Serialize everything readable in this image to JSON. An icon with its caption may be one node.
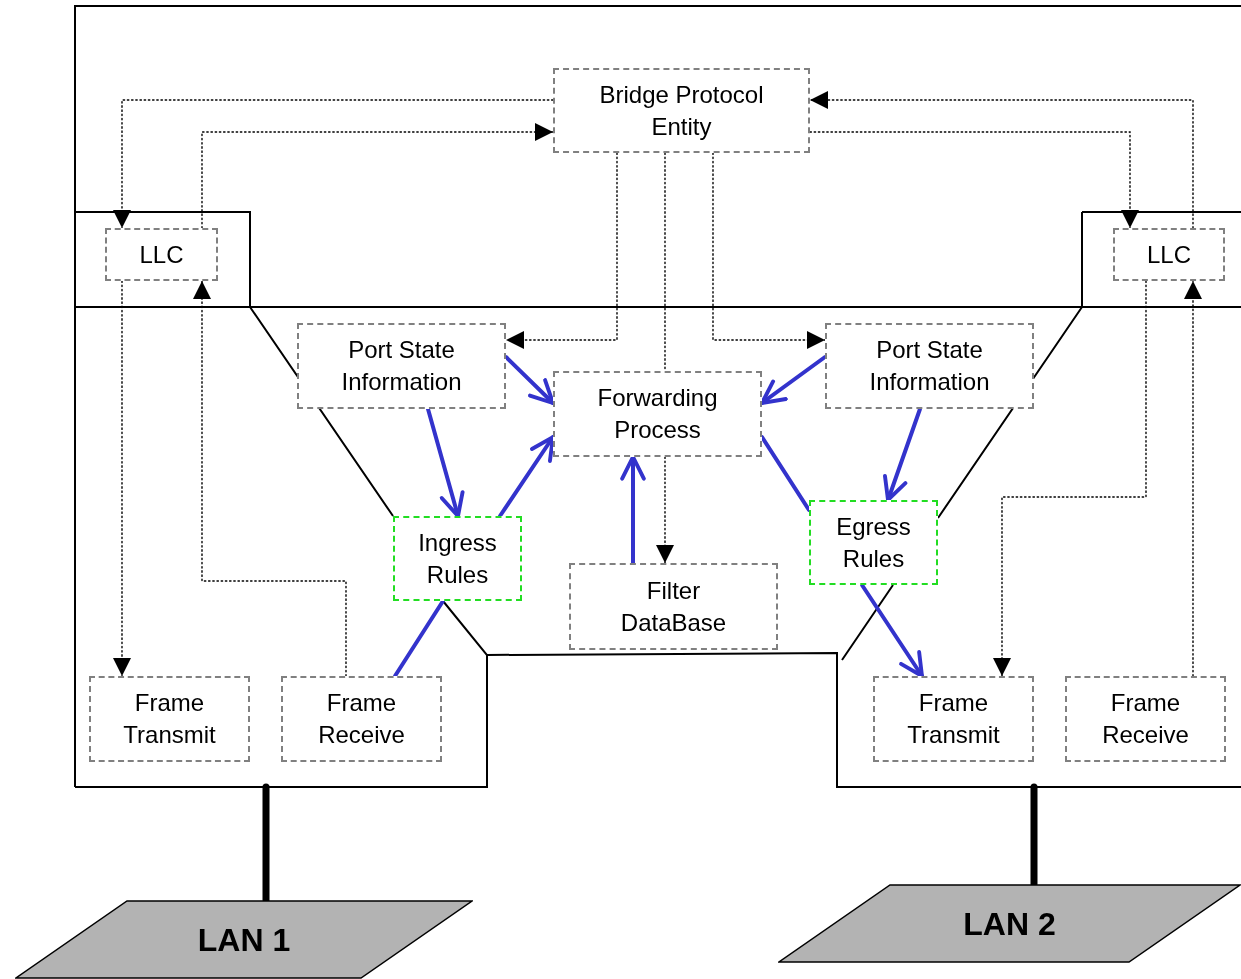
{
  "diagram": {
    "nodes": [
      {
        "text": [
          "Bridge Protocol Entity"
        ]
      },
      {
        "text": [
          "LLC"
        ]
      },
      {
        "text": [
          "LLC"
        ]
      },
      {
        "text": [
          "Port State Information"
        ]
      },
      {
        "text": [
          "Forwarding Process"
        ]
      },
      {
        "text": [
          "Port State Information"
        ]
      },
      {
        "text": [
          "Ingress Rules"
        ]
      },
      {
        "text": [
          "Filter DataBase"
        ]
      },
      {
        "text": [
          "Egress Rules"
        ]
      },
      {
        "text": [
          "Frame Transmit"
        ]
      },
      {
        "text": [
          "Frame Receive"
        ]
      },
      {
        "text": [
          "Frame Transmit"
        ]
      },
      {
        "text": [
          "Frame Receive"
        ]
      },
      {
        "text": [
          "LAN 1"
        ]
      },
      {
        "text": [
          "LAN 2"
        ]
      }
    ],
    "edges": [
      {
        "from": 0,
        "to": 1,
        "arrow": "to",
        "style": "dashed"
      },
      {
        "from": 1,
        "to": 0,
        "arrow": "to",
        "style": "dashed"
      },
      {
        "from": 2,
        "to": 0,
        "arrow": "to",
        "style": "dashed"
      },
      {
        "from": 0,
        "to": 2,
        "arrow": "to",
        "style": "dashed"
      },
      {
        "from": 0,
        "to": 3,
        "arrow": "to",
        "style": "dashed"
      },
      {
        "from": 0,
        "to": 5,
        "arrow": "to",
        "style": "dashed"
      },
      {
        "from": 0,
        "to": 4,
        "arrow": "none",
        "style": "dashed"
      },
      {
        "from": 4,
        "to": 7,
        "arrow": "to",
        "style": "dashed"
      },
      {
        "from": 1,
        "to": 9,
        "arrow": "to",
        "style": "dashed"
      },
      {
        "from": 10,
        "to": 1,
        "arrow": "to",
        "style": "dashed"
      },
      {
        "from": 2,
        "to": 11,
        "arrow": "to",
        "style": "dashed"
      },
      {
        "from": 12,
        "to": 2,
        "arrow": "to",
        "style": "dashed"
      },
      {
        "from": 3,
        "to": 4,
        "arrow": "to",
        "style": "thick",
        "color": "#3333cc"
      },
      {
        "from": 3,
        "to": 6,
        "arrow": "to",
        "style": "thick",
        "color": "#3333cc"
      },
      {
        "from": 6,
        "to": 4,
        "arrow": "to",
        "style": "thick",
        "color": "#3333cc"
      },
      {
        "from": 10,
        "to": 6,
        "arrow": "none",
        "style": "thick",
        "color": "#3333cc"
      },
      {
        "from": 7,
        "to": 4,
        "arrow": "to",
        "style": "thick",
        "color": "#3333cc"
      },
      {
        "from": 5,
        "to": 4,
        "arrow": "to",
        "style": "thick",
        "color": "#3333cc"
      },
      {
        "from": 5,
        "to": 8,
        "arrow": "to",
        "style": "thick",
        "color": "#3333cc"
      },
      {
        "from": 4,
        "to": 8,
        "arrow": "none",
        "style": "thick",
        "color": "#3333cc"
      },
      {
        "from": 8,
        "to": 11,
        "arrow": "to",
        "style": "thick",
        "color": "#3333cc"
      },
      {
        "from": null,
        "to": 13,
        "arrow": "none",
        "style": "thick"
      },
      {
        "from": null,
        "to": 14,
        "arrow": "none",
        "style": "thick"
      }
    ]
  }
}
